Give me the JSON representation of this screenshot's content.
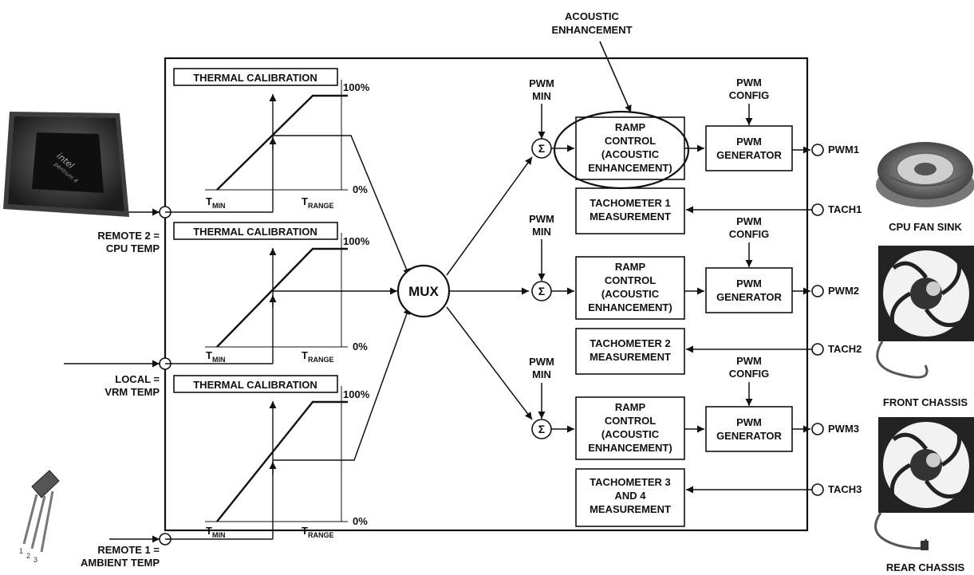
{
  "annotation": {
    "line1": "ACOUSTIC",
    "line2": "ENHANCEMENT"
  },
  "inputs": [
    {
      "line1": "REMOTE 2 =",
      "line2": "CPU TEMP"
    },
    {
      "line1": "LOCAL =",
      "line2": "VRM TEMP"
    },
    {
      "line1": "REMOTE 1 =",
      "line2": "AMBIENT TEMP"
    }
  ],
  "calibration": {
    "title": "THERMAL CALIBRATION",
    "top_label": "100%",
    "bottom_label": "0%",
    "tmin_base": "T",
    "tmin_sub": "MIN",
    "trange_base": "T",
    "trange_sub": "RANGE"
  },
  "mux_label": "MUX",
  "sum_symbol": "Σ",
  "pwm_min": {
    "line1": "PWM",
    "line2": "MIN"
  },
  "pwm_config": {
    "line1": "PWM",
    "line2": "CONFIG"
  },
  "ramp": {
    "line1": "RAMP",
    "line2": "CONTROL",
    "line3": "(ACOUSTIC",
    "line4": "ENHANCEMENT)"
  },
  "generator": {
    "line1": "PWM",
    "line2": "GENERATOR"
  },
  "tach_blocks": [
    {
      "line1": "TACHOMETER 1",
      "line2": "MEASUREMENT",
      "line3": ""
    },
    {
      "line1": "TACHOMETER 2",
      "line2": "MEASUREMENT",
      "line3": ""
    },
    {
      "line1": "TACHOMETER 3",
      "line2": "AND 4",
      "line3": "MEASUREMENT"
    }
  ],
  "outputs": [
    {
      "pwm": "PWM1",
      "tach": "TACH1"
    },
    {
      "pwm": "PWM2",
      "tach": "TACH2"
    },
    {
      "pwm": "PWM3",
      "tach": "TACH3"
    }
  ],
  "fans": [
    {
      "label": "CPU FAN SINK"
    },
    {
      "label": "FRONT CHASSIS"
    },
    {
      "label": "REAR CHASSIS"
    }
  ],
  "chip_text": {
    "line1": "intel",
    "line2": "pentium 4"
  },
  "sensor_pins": {
    "a": "1",
    "b": "2",
    "c": "3"
  }
}
